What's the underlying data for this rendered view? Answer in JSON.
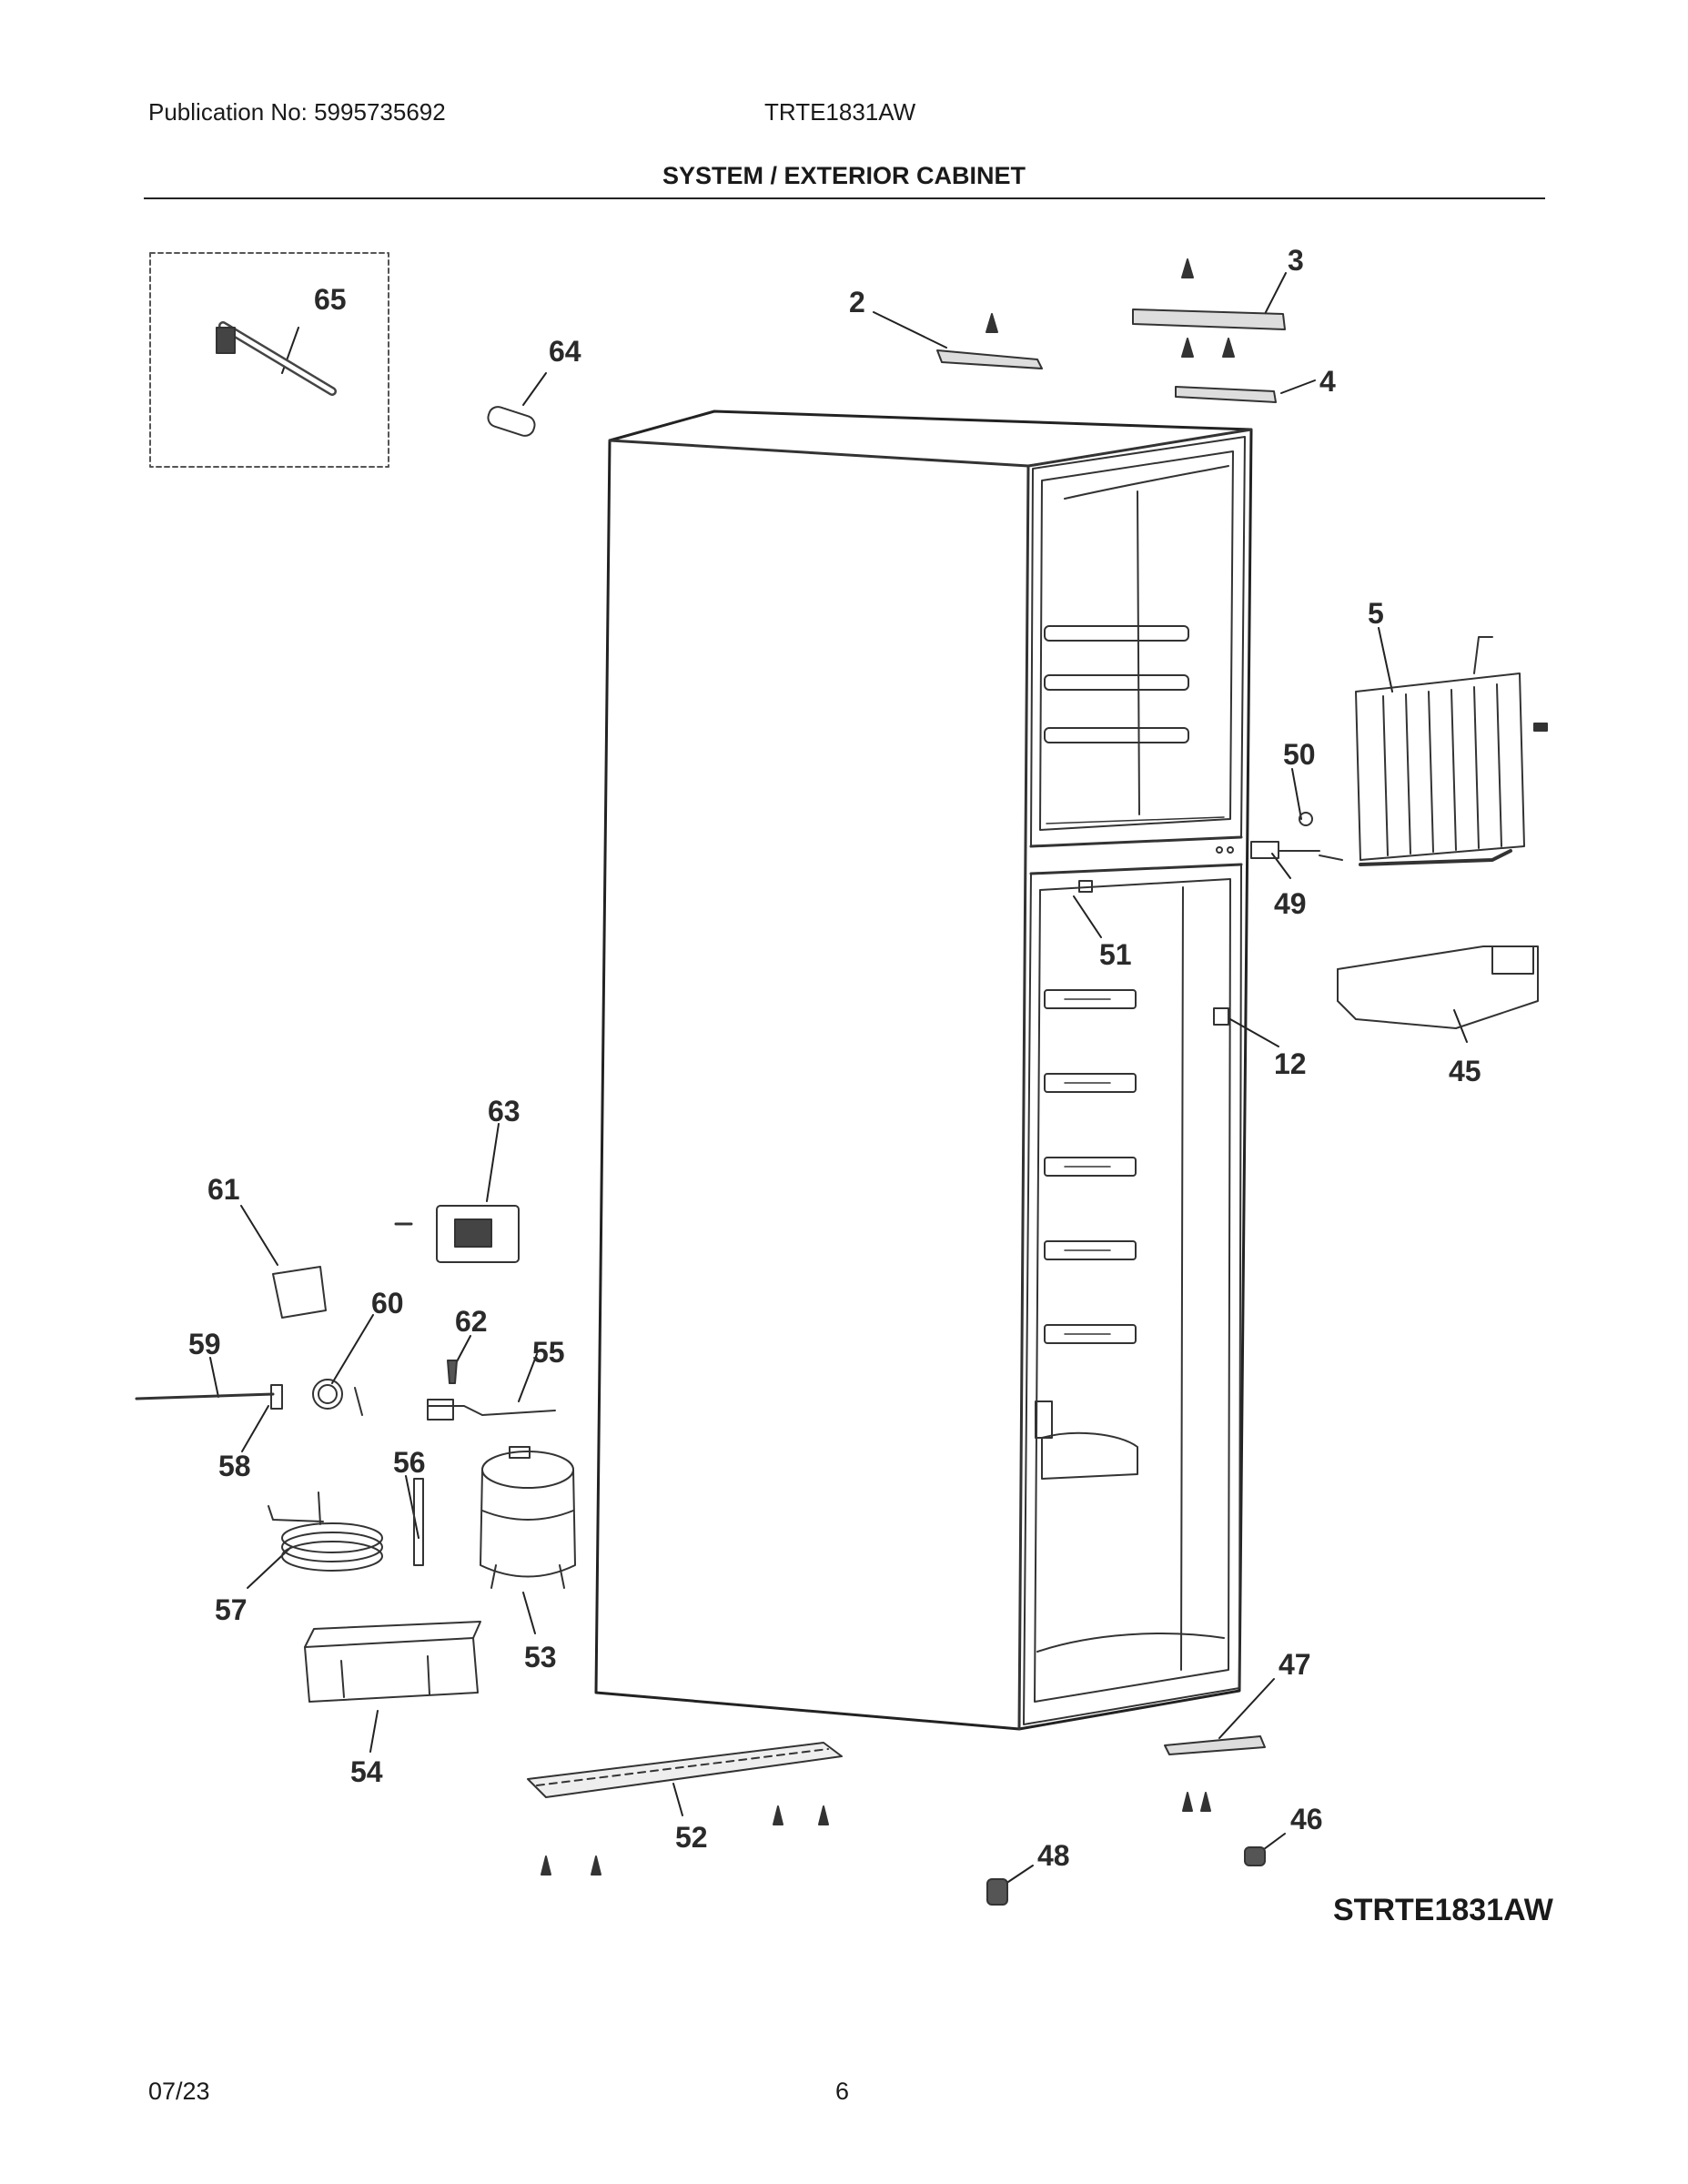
{
  "header": {
    "publication": "Publication No: 5995735692",
    "model": "TRTE1831AW",
    "title": "SYSTEM / EXTERIOR CABINET"
  },
  "callouts": [
    "2",
    "3",
    "4",
    "5",
    "12",
    "45",
    "46",
    "47",
    "48",
    "49",
    "50",
    "51",
    "52",
    "53",
    "54",
    "55",
    "56",
    "57",
    "58",
    "59",
    "60",
    "61",
    "62",
    "63",
    "64",
    "65"
  ],
  "drawing_id": "STRTE1831AW",
  "footer": {
    "date": "07/23",
    "page": "6"
  }
}
